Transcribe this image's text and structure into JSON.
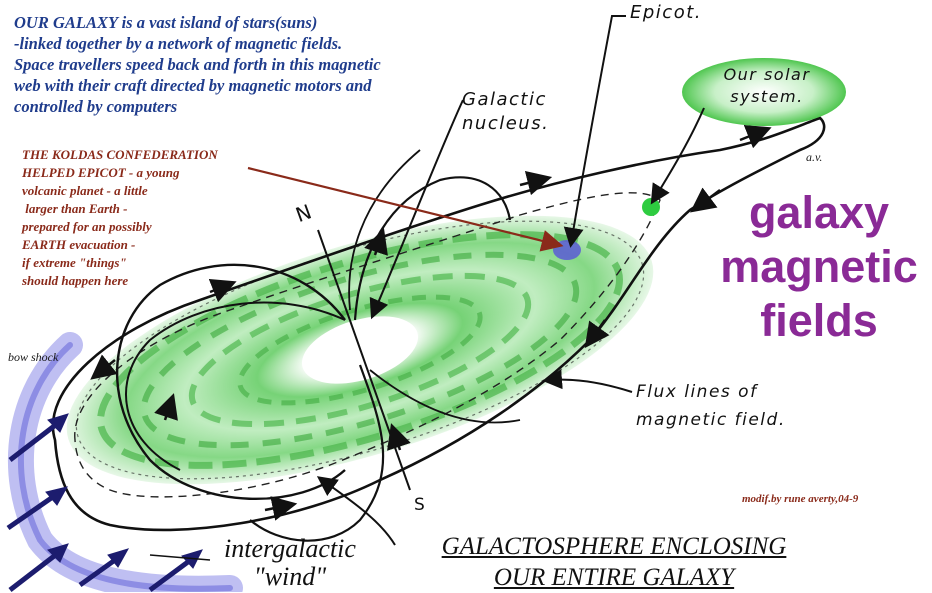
{
  "intro_lines": [
    "OUR  GALAXY is a vast island of stars(suns)",
    "-linked together by a network of magnetic fields.",
    "Space travellers  speed back and forth in this magnetic",
    "web with their craft directed by magnetic motors and",
    "controlled by computers"
  ],
  "koldas_lines": [
    "THE KOLDAS CONFEDERATION",
    "HELPED EPICOT - a young",
    "volcanic planet - a little",
    " larger than Earth -",
    "prepared for an possibly",
    "EARTH evacuation -",
    "if extreme \"things\"",
    "should happen here"
  ],
  "labels": {
    "epicot": "Epicot.",
    "solar_system": [
      "Our solar",
      "system."
    ],
    "galactic_nucleus": [
      "Galactic",
      "nucleus."
    ],
    "initials": "a.v.",
    "north": "N",
    "south": "S",
    "bow_shock": "bow shock",
    "flux_lines": [
      "Flux lines of",
      "magnetic field."
    ],
    "wind": [
      "intergalactic",
      "\"wind\""
    ],
    "galactosphere": [
      "GALACTOSPHERE ENCLOSING",
      "OUR ENTIRE GALAXY"
    ],
    "credit": "modif.by rune averty,04-9"
  },
  "title": [
    "galaxy",
    "magnetic",
    "fields"
  ],
  "colors": {
    "intro": "#1f3c8c",
    "koldas": "#8a2a1a",
    "title": "#8a2a96",
    "galaxy_green": "#5ec95e",
    "epicot_dot": "#5b5bd6",
    "solar_dot": "#2ecc40",
    "bow_shock": "#6a6ae0",
    "wind_arrow": "#1c1c6e"
  }
}
